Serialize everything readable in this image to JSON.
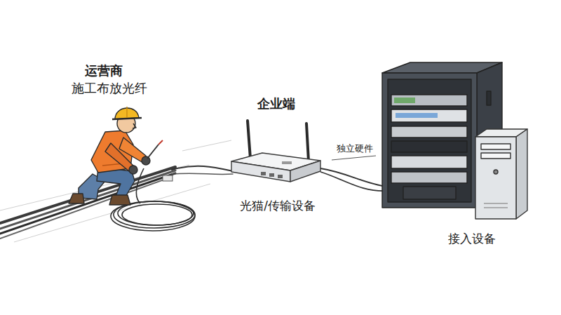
{
  "diagram": {
    "labels": [
      "运营商",
      "施工布放光纤",
      "企业端",
      "光猫/传输设备",
      "独立硬件",
      "接入设备"
    ]
  }
}
